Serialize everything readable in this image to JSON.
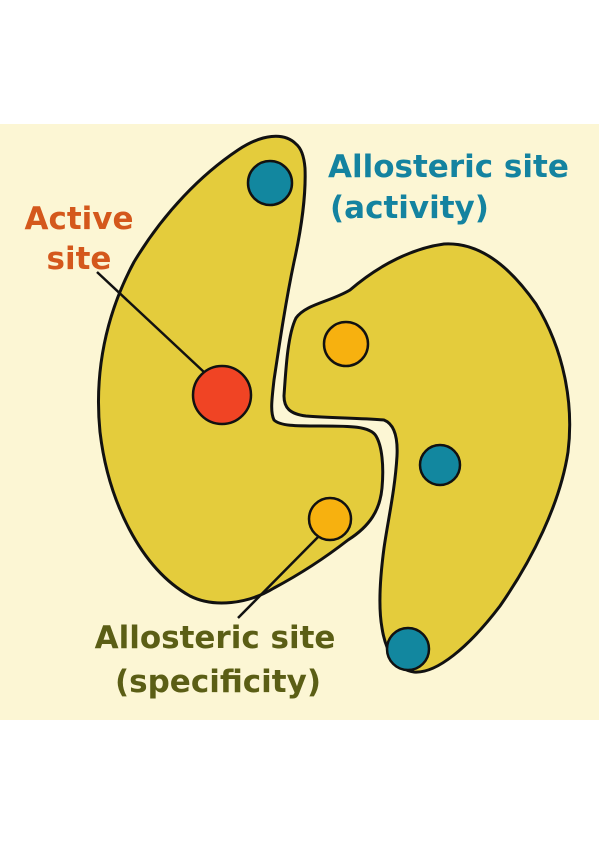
{
  "colors": {
    "background_panel": "#fcf6d4",
    "subunit_fill": "#e4cc3c",
    "outline": "#111111",
    "active_site": "#f04424",
    "allosteric_activity_site": "#12879f",
    "allosteric_specificity_site": "#f7b10f",
    "label_active": "#d4581c",
    "label_activity": "#1483a0",
    "label_specificity": "#5b5e15"
  },
  "labels": {
    "active_site": {
      "line1": "Active",
      "line2": "site"
    },
    "allosteric_activity": {
      "line1": "Allosteric site",
      "line2": "(activity)"
    },
    "allosteric_specificity": {
      "line1": "Allosteric site",
      "line2": "(specificity)"
    }
  }
}
